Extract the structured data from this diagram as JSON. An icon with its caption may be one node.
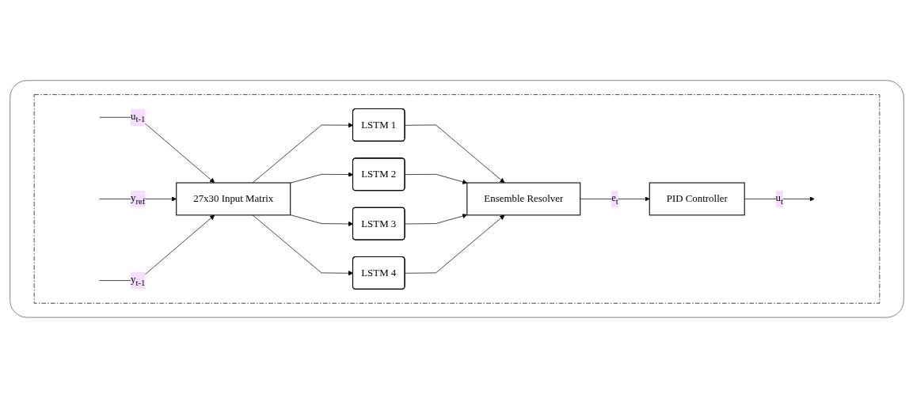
{
  "diagram": {
    "nodes": [
      {
        "text": [],
        "shape": "box"
      },
      {
        "text": [],
        "shape": "box",
        "in": 0
      },
      {
        "text": [
          "27x30 Input Matrix"
        ],
        "in": 1
      },
      {
        "text": [
          "LSTM 1"
        ],
        "in": 1
      },
      {
        "text": [
          "LSTM 2"
        ],
        "in": 1
      },
      {
        "text": [
          "LSTM 3"
        ],
        "in": 1
      },
      {
        "text": [
          "LSTM 4"
        ],
        "in": 1
      },
      {
        "text": [
          "Ensemble Resolver"
        ],
        "in": 1
      },
      {
        "text": [
          "PID Controller"
        ],
        "in": 1
      }
    ],
    "edges": [
      {
        "from": null,
        "to": 2,
        "arrow": "to",
        "label": "u$_{t-1}$"
      },
      {
        "from": null,
        "to": 2,
        "arrow": "to",
        "label": "y$_{ref}$"
      },
      {
        "from": null,
        "to": 2,
        "arrow": "to",
        "label": "y$_{t-1}$"
      },
      {
        "from": 2,
        "to": 3,
        "arrow": "to"
      },
      {
        "from": 2,
        "to": 4,
        "arrow": "to"
      },
      {
        "from": 2,
        "to": 5,
        "arrow": "to"
      },
      {
        "from": 2,
        "to": 6,
        "arrow": "to"
      },
      {
        "from": 3,
        "to": 7,
        "arrow": "to"
      },
      {
        "from": 4,
        "to": 7,
        "arrow": "to"
      },
      {
        "from": 5,
        "to": 7,
        "arrow": "to"
      },
      {
        "from": 6,
        "to": 7,
        "arrow": "to"
      },
      {
        "from": 7,
        "to": 8,
        "arrow": "to",
        "label": "e$_{t}$"
      },
      {
        "from": 8,
        "to": null,
        "arrow": "to",
        "label": "u$_{t}$"
      }
    ]
  }
}
